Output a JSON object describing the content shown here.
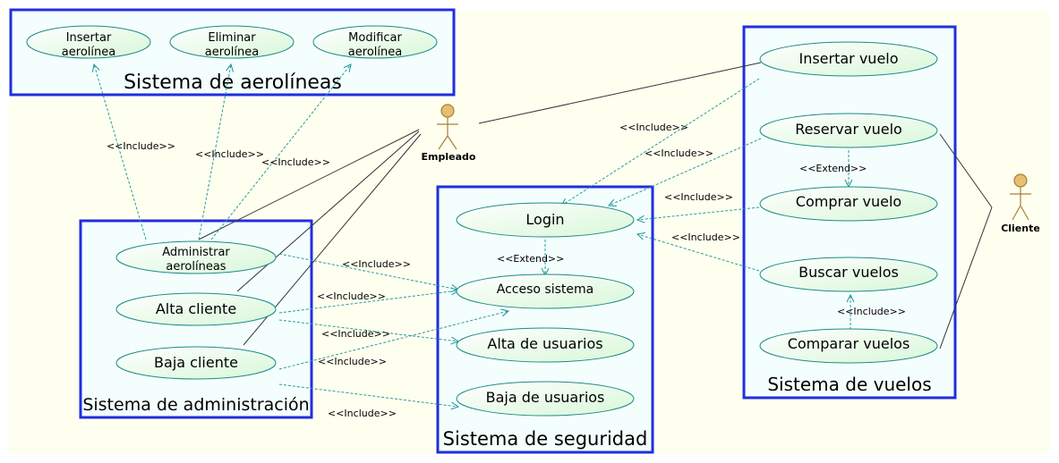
{
  "colors": {
    "background": "#fffff0",
    "boundary_fill": "#f4fffd",
    "boundary_stroke": "#1f2fe0",
    "usecase_fill": "#e6fbe6",
    "usecase_stroke": "#1e8a8a",
    "dependency": "#2a9a9a",
    "association": "#333333",
    "actor_fill": "#e6c070",
    "actor_stroke": "#a88030"
  },
  "systems": {
    "aerolineas": "Sistema de aerolíneas",
    "administracion": "Sistema de administración",
    "seguridad": "Sistema de seguridad",
    "vuelos": "Sistema de vuelos"
  },
  "actors": {
    "empleado": "Empleado",
    "cliente": "Cliente"
  },
  "usecases": {
    "insertar_aerolinea": [
      "Insertar",
      "aerolínea"
    ],
    "eliminar_aerolinea": [
      "Eliminar",
      "aerolínea"
    ],
    "modificar_aerolinea": [
      "Modificar",
      "aerolínea"
    ],
    "administrar_aerolineas": [
      "Administrar",
      "aerolíneas"
    ],
    "alta_cliente": "Alta cliente",
    "baja_cliente": "Baja cliente",
    "login": "Login",
    "acceso_sistema": "Acceso sistema",
    "alta_usuarios": "Alta de usuarios",
    "baja_usuarios": "Baja de usuarios",
    "insertar_vuelo": "Insertar vuelo",
    "reservar_vuelo": "Reservar vuelo",
    "comprar_vuelo": "Comprar vuelo",
    "buscar_vuelos": "Buscar vuelos",
    "comparar_vuelos": "Comparar vuelos"
  },
  "relations": {
    "include": "<<Include>>",
    "extend": "<<Extend>>"
  }
}
